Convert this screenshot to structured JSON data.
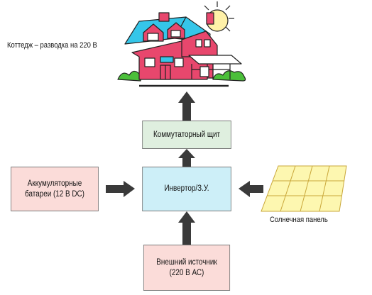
{
  "house": {
    "caption": "Коттедж – разводка на 220 В"
  },
  "switchboard": {
    "label": "Коммутаторный щит"
  },
  "inverter": {
    "label": "Инвертор/З.У."
  },
  "battery": {
    "line1": "Аккумуляторные",
    "line2": "батареи (12 В DC)"
  },
  "external": {
    "line1": "Внешний источник",
    "line2": "(220 В АС)"
  },
  "solar": {
    "caption": "Солнечная панель"
  },
  "colors": {
    "arrow": "#3a3a3a",
    "switch_fill": "#dfefdf",
    "inverter_fill": "#cdeff8",
    "source_fill": "#fbdcd9",
    "panel_fill": "#fdf7b0",
    "panel_grid": "#c9a73a",
    "house_pink": "#e8476d",
    "house_roof": "#35c6e9",
    "sun": "#fff1a8",
    "bush": "#4bbf3a"
  }
}
